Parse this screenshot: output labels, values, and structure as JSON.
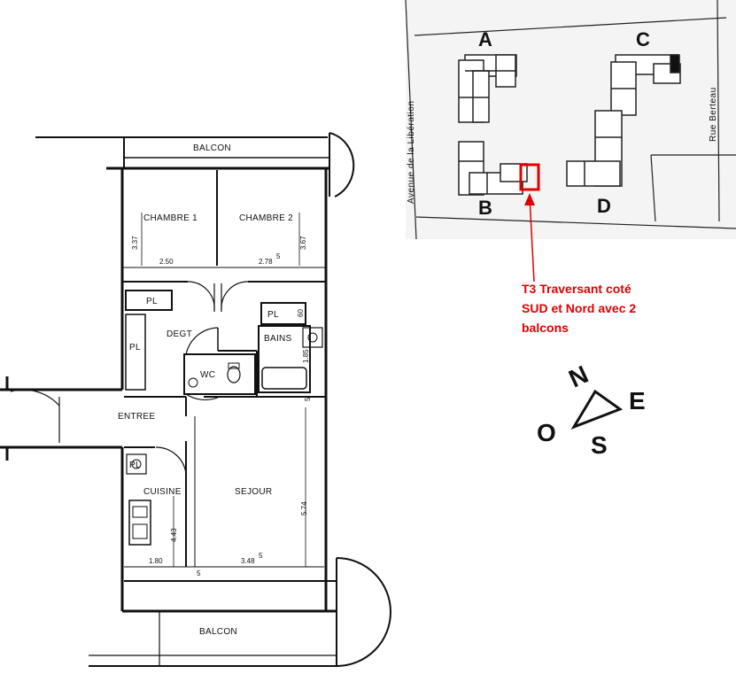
{
  "plan": {
    "rooms": {
      "balcon_top": "BALCON",
      "chambre1": "CHAMBRE 1",
      "chambre2": "CHAMBRE 2",
      "pl1": "PL",
      "pl2": "PL",
      "pl3": "PL",
      "pl4": "PL",
      "degt": "DEGT",
      "bains": "BAINS",
      "wc": "WC",
      "entree": "ENTREE",
      "cuisine": "CUISINE",
      "sejour": "SEJOUR",
      "balcon_bottom": "BALCON"
    },
    "dimensions": {
      "ch1_height": "3.37",
      "ch2_height": "3.67",
      "ch1_width": "2.50",
      "ch2_width": "2.78",
      "ch2_width_sup": "5",
      "pl_60": "60",
      "bains_185": "1.85",
      "sejour_574": "5.74",
      "cuisine_443": "4.43",
      "cuisine_width": "1.80",
      "mid_5": "5",
      "sejour_width": "3.48",
      "sejour_width_sup": "5",
      "bains_5": "5"
    }
  },
  "site": {
    "blocks": [
      "A",
      "B",
      "C",
      "D"
    ],
    "streets": {
      "left": "Avenue de la Libération",
      "right": "Rue Berteau"
    }
  },
  "annotation": {
    "lines": [
      "T3 Traversant coté",
      "SUD et Nord avec 2",
      "balcons"
    ],
    "color": "#e00000"
  },
  "compass": {
    "north": "N",
    "east": "E",
    "west": "O",
    "south": "S"
  }
}
